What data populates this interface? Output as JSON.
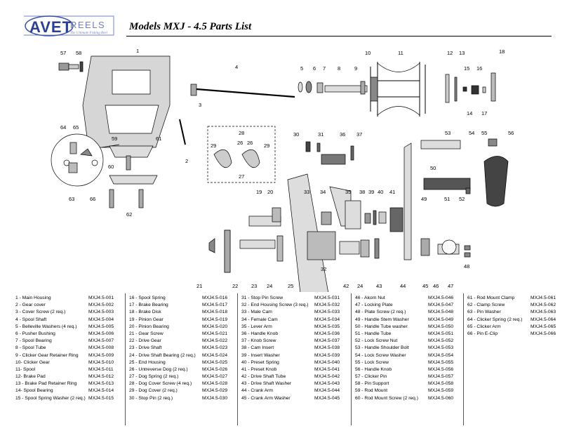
{
  "header": {
    "logo_text": "AVET REELS",
    "logo_tagline": "The Ultimate Fishing Reel",
    "title": "Models MXJ - 4.5 Parts List"
  },
  "callouts": [
    "1",
    "2",
    "3",
    "4",
    "5",
    "6",
    "7",
    "8",
    "9",
    "10",
    "11",
    "12",
    "13",
    "14",
    "15",
    "16",
    "17",
    "18",
    "19",
    "20",
    "21",
    "22",
    "23",
    "24",
    "24",
    "25",
    "26",
    "26",
    "27",
    "28",
    "29",
    "29",
    "30",
    "31",
    "32",
    "33",
    "34",
    "35",
    "36",
    "37",
    "38",
    "39",
    "40",
    "41",
    "42",
    "43",
    "44",
    "45",
    "46",
    "47",
    "48",
    "49",
    "50",
    "51",
    "52",
    "53",
    "54",
    "55",
    "56",
    "57",
    "58",
    "59",
    "60",
    "61",
    "62",
    "63",
    "64",
    "65",
    "66"
  ],
  "parts_columns": [
    [
      {
        "desc": "1 - Main Housing",
        "num": "MXJ4.5-001"
      },
      {
        "desc": "2 - Gear cover",
        "num": "MXJ4.5-002"
      },
      {
        "desc": "3 - Cover Screw (2 req.)",
        "num": "MXJ4.5-003"
      },
      {
        "desc": "4 - Spool Shaft",
        "num": "MXJ4.5-004"
      },
      {
        "desc": "5 - Belleville Washers (4 req.)",
        "num": "MXJ4.5-005"
      },
      {
        "desc": "6 - Pusher Bushing",
        "num": "MXJ4.5-006"
      },
      {
        "desc": "7 - Spool Bearing",
        "num": "MXJ4.5-007"
      },
      {
        "desc": "8 - Spool Tube",
        "num": "MXJ4.5-008"
      },
      {
        "desc": "9 - Clicker Gear Retainer Ring",
        "num": "MXJ4.5-009"
      },
      {
        "desc": "10- Clicker Gear",
        "num": "MXJ4.5-010"
      },
      {
        "desc": "11- Spool",
        "num": "MXJ4.5-011"
      },
      {
        "desc": "12- Brake Pad",
        "num": "MXJ4.5-012"
      },
      {
        "desc": "13 - Brake Pad Retainer Ring",
        "num": "MXJ4.5-013"
      },
      {
        "desc": "14- Spool Bearing",
        "num": "MXJ4.5-014"
      },
      {
        "desc": "15 - Spool Spring Washer (2 req.)",
        "num": "MXJ4.5-015"
      }
    ],
    [
      {
        "desc": "16 - Spool Spring",
        "num": "MXJ4.5-016"
      },
      {
        "desc": "17 - Brake Bearing",
        "num": "MXJ4.5-017"
      },
      {
        "desc": "18 - Brake Disk",
        "num": "MXJ4.5-018"
      },
      {
        "desc": "19 - Pinion Gear",
        "num": "MXJ4.5-019"
      },
      {
        "desc": "20 - Pinion Bearing",
        "num": "MXJ4.5-020"
      },
      {
        "desc": "21 - Gear Screw",
        "num": "MXJ4.5-021"
      },
      {
        "desc": "22 - Drive Gear",
        "num": "MXJ4.5-022"
      },
      {
        "desc": "23 - Drive Shaft",
        "num": "MXJ4.5-023"
      },
      {
        "desc": "24 - Drive Shaft Bearing (2 req.)",
        "num": "MXJ4.5-024"
      },
      {
        "desc": "25 - End Housing",
        "num": "MXJ4.5-025"
      },
      {
        "desc": "26 - Untreverse Dog (2 req.)",
        "num": "MXJ4.5-026"
      },
      {
        "desc": "27 - Dog Spring (2 req.)",
        "num": "MXJ4.5-027"
      },
      {
        "desc": "28 - Dog Cover Screw (4 req.)",
        "num": "MXJ4.5-028"
      },
      {
        "desc": "29 - Dog Cover (2 req.)",
        "num": "MXJ4.5-029"
      },
      {
        "desc": "30 - Stop Pin (2 req.)",
        "num": "MXJ4.5-030"
      }
    ],
    [
      {
        "desc": "31 - Stop Pin Screw",
        "num": "MXJ4.5-031"
      },
      {
        "desc": "32 - End Housing Screw (3 req.)",
        "num": "MXJ4.5-032"
      },
      {
        "desc": "33 - Male Cam",
        "num": "MXJ4.5-033"
      },
      {
        "desc": "34 - Female Cam",
        "num": "MXJ4.5-034"
      },
      {
        "desc": "35 - Lever Arm",
        "num": "MXJ4.5-035"
      },
      {
        "desc": "36 - Handle Knob",
        "num": "MXJ4.5-036"
      },
      {
        "desc": "37 - Knob Screw",
        "num": "MXJ4.5-037"
      },
      {
        "desc": "38 - Cam Insert",
        "num": "MXJ4.5-038"
      },
      {
        "desc": "39 - Insert Washer",
        "num": "MXJ4.5-039"
      },
      {
        "desc": "40 - Preset Spring",
        "num": "MXJ4.5-040"
      },
      {
        "desc": "41 - Preset Knob",
        "num": "MXJ4.5-041"
      },
      {
        "desc": "42 - Drive Shaft Tube",
        "num": "MXJ4.5-042"
      },
      {
        "desc": "43 - Drive Shaft Washer",
        "num": "MXJ4.5-043"
      },
      {
        "desc": "44 - Crank Arm",
        "num": "MXJ4.5-044"
      },
      {
        "desc": "45 - Crank Arm Washer",
        "num": "MXJ4.5-045"
      }
    ],
    [
      {
        "desc": "46 - Akorn Nut",
        "num": "MXJ4.5-046"
      },
      {
        "desc": "47 - Locking Plate",
        "num": "MXJ4.5-047"
      },
      {
        "desc": "48 - Plate Screw (2 req.)",
        "num": "MXJ4.5-048"
      },
      {
        "desc": "49 - Handle Stem Washer",
        "num": "MXJ4.5-049"
      },
      {
        "desc": "50 - Handle Tube washer",
        "num": "MXJ4.5-050"
      },
      {
        "desc": "51 - Handle Tube",
        "num": "MXJ4.5-051"
      },
      {
        "desc": "52 - Lock Screw Nut",
        "num": "MXJ4.5-052"
      },
      {
        "desc": "53 - Handle Shoulder Bolt",
        "num": "MXJ4.5-053"
      },
      {
        "desc": "54 - Lock Screw Washer",
        "num": "MXJ4.5-054"
      },
      {
        "desc": "55 - Lock Screw",
        "num": "MXJ4.5-055"
      },
      {
        "desc": "56 - Handle Knob",
        "num": "MXJ4.5-056"
      },
      {
        "desc": "57 - Clicker Pin",
        "num": "MXJ4.5-057"
      },
      {
        "desc": "58 - Pin Support",
        "num": "MXJ4.5-058"
      },
      {
        "desc": "59 - Rod Mount",
        "num": "MXJ4.5-059"
      },
      {
        "desc": "60 - Rod Mount Screw (2 req.)",
        "num": "MXJ4.5-060"
      }
    ],
    [
      {
        "desc": "61 - Rod Mount Clamp",
        "num": "MXJ4.5-061"
      },
      {
        "desc": "62 - Clamp Screw",
        "num": "MXJ4.5-062"
      },
      {
        "desc": "63 - Pin Washer",
        "num": "MXJ4.5-063"
      },
      {
        "desc": "64 - Clicker Spring (2 req.)",
        "num": "MXJ4.5-064"
      },
      {
        "desc": "65 - Clicker Arm",
        "num": "MXJ4.5-065"
      },
      {
        "desc": "66 - Pin E-Clip",
        "num": "MXJ4.5-066"
      }
    ]
  ]
}
